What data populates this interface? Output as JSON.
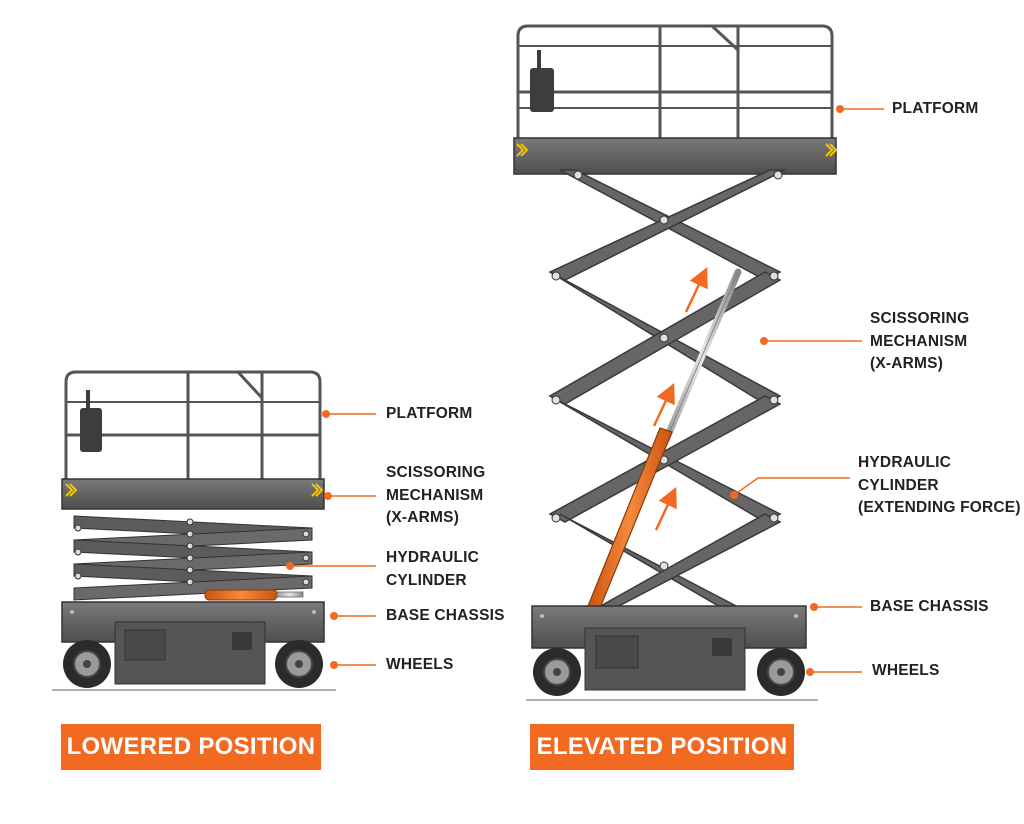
{
  "lowered": {
    "labels": {
      "platform": [
        "PLATFORM"
      ],
      "scissoring": [
        "SCISSORING",
        "MECHANISM",
        "(X-ARMS)"
      ],
      "hydraulic": [
        "HYDRAULIC",
        "CYLINDER"
      ],
      "base": [
        "BASE CHASSIS"
      ],
      "wheels": [
        "WHEELS"
      ]
    },
    "caption": "LOWERED POSITION"
  },
  "elevated": {
    "labels": {
      "platform": [
        "PLATFORM"
      ],
      "scissoring": [
        "SCISSORING",
        "MECHANISM",
        "(X-ARMS)"
      ],
      "hydraulic": [
        "HYDRAULIC",
        "CYLINDER",
        "(EXTENDING FORCE)"
      ],
      "base": [
        "BASE CHASSIS"
      ],
      "wheels": [
        "WHEELS"
      ]
    },
    "caption": "ELEVATED POSITION"
  },
  "colors": {
    "accent": "#f26a21",
    "metal": "#5f5f5f",
    "metal_dark": "#3c3c3c",
    "metal_light": "#8a8a8a",
    "hazard": "#f5c400"
  }
}
